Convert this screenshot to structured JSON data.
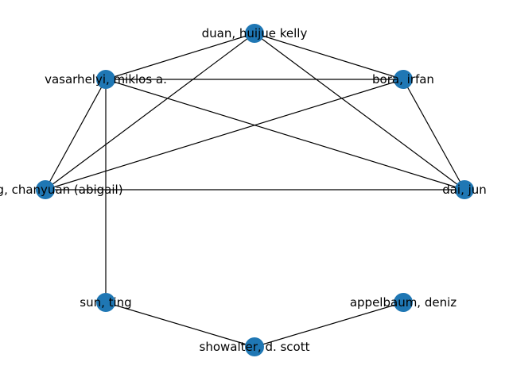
{
  "graph": {
    "node_color": "#1f77b4",
    "edge_color": "#000000",
    "nodes": [
      {
        "id": "duan",
        "label": "duan, huijue kelly"
      },
      {
        "id": "vasarhelyi",
        "label": "vasarhelyi, miklos a."
      },
      {
        "id": "bora",
        "label": "bora, irfan"
      },
      {
        "id": "zhang",
        "label": "zhang, chanyuan (abigail)"
      },
      {
        "id": "dai",
        "label": "dai, jun"
      },
      {
        "id": "sun",
        "label": "sun, ting"
      },
      {
        "id": "appelbaum",
        "label": "appelbaum, deniz"
      },
      {
        "id": "showalter",
        "label": "showalter, d. scott"
      }
    ],
    "edges": [
      [
        "duan",
        "vasarhelyi"
      ],
      [
        "duan",
        "bora"
      ],
      [
        "duan",
        "zhang"
      ],
      [
        "duan",
        "dai"
      ],
      [
        "vasarhelyi",
        "bora"
      ],
      [
        "vasarhelyi",
        "zhang"
      ],
      [
        "vasarhelyi",
        "dai"
      ],
      [
        "vasarhelyi",
        "sun"
      ],
      [
        "bora",
        "zhang"
      ],
      [
        "bora",
        "dai"
      ],
      [
        "zhang",
        "dai"
      ],
      [
        "sun",
        "showalter"
      ],
      [
        "appelbaum",
        "showalter"
      ]
    ]
  }
}
